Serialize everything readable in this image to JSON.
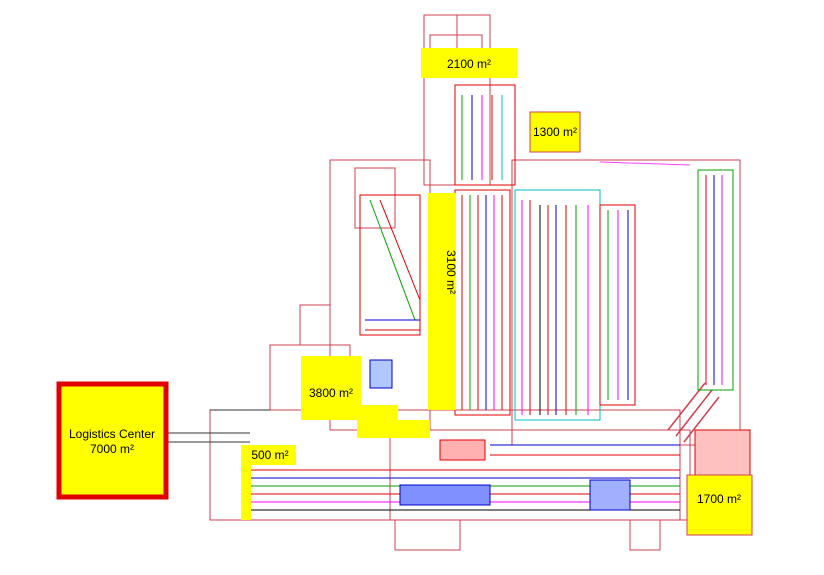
{
  "areas": {
    "logistics": {
      "line1": "Logistics Center",
      "line2": "7000 m²"
    },
    "a2100": {
      "label": "2100 m²"
    },
    "a1300": {
      "label": "1300 m²"
    },
    "a3100": {
      "label": "3100 m²"
    },
    "a3800": {
      "label": "3800 m²"
    },
    "a500": {
      "label": "500 m²"
    },
    "a1700": {
      "label": "1700 m²"
    }
  },
  "colors": {
    "highlight": "#ffff00",
    "logistics_border": "#e00000",
    "outline": "#e0404a",
    "linework": [
      "#e00000",
      "#00a000",
      "#0000cc",
      "#ff00ff",
      "#00c0c0",
      "#8080ff",
      "#000000"
    ]
  }
}
